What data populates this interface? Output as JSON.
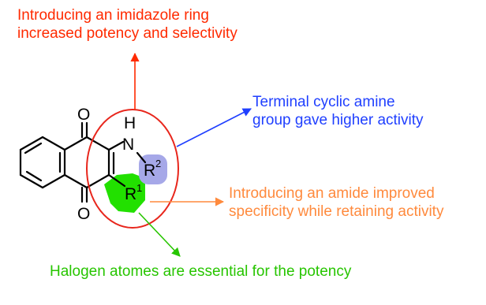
{
  "annotations": {
    "top": {
      "line1": "Introducing an imidazole ring",
      "line2": "increased potency and selectivity",
      "color": "#ff2a00"
    },
    "right": {
      "line1": "Terminal cyclic amine",
      "line2": "group gave higher activity",
      "color": "#1f3fff"
    },
    "middle": {
      "line1": "Introducing an amide improved",
      "line2": "specificity while retaining activity",
      "color": "#ff8a3d"
    },
    "bottom": {
      "line1": "Halogen atomes are essential for the potency",
      "color": "#27c500"
    }
  },
  "structure": {
    "atoms": {
      "o_top": "O",
      "o_bottom": "O",
      "h": "H",
      "n": "N",
      "r2_base": "R",
      "r2_sup": "2",
      "r1_base": "R",
      "r1_sup": "1"
    },
    "colors": {
      "highlight_circle": "#e8261c",
      "r2_region": "#a6a8e8",
      "r1_region": "#22e000"
    }
  }
}
